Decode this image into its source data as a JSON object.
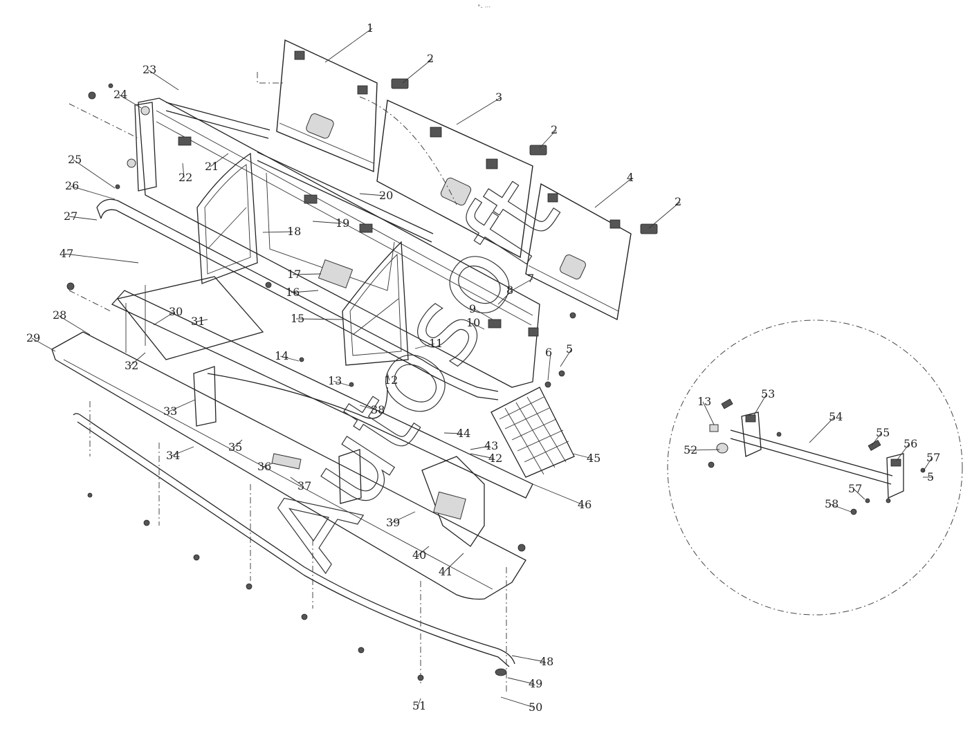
{
  "header_mark": "°- ···",
  "watermark": "Autosoft",
  "callouts": [
    "1",
    "2",
    "3",
    "4",
    "5",
    "6",
    "7",
    "8",
    "9",
    "10",
    "11",
    "12",
    "13",
    "14",
    "15",
    "16",
    "17",
    "18",
    "19",
    "20",
    "21",
    "22",
    "23",
    "24",
    "25",
    "26",
    "27",
    "28",
    "29",
    "30",
    "31",
    "32",
    "33",
    "34",
    "35",
    "36",
    "37",
    "38",
    "39",
    "40",
    "41",
    "42",
    "43",
    "44",
    "45",
    "46",
    "47",
    "48",
    "49",
    "50",
    "51",
    "52",
    "53",
    "54",
    "55",
    "56",
    "57",
    "58"
  ]
}
